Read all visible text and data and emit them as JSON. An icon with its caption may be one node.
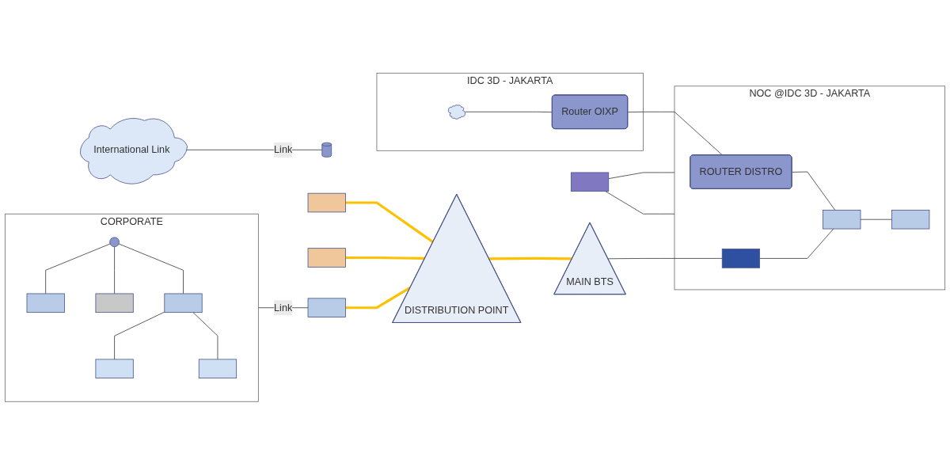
{
  "diagram": {
    "nodes": [
      {
        "text": [
          "International Link"
        ]
      },
      {
        "text": [],
        "shape": "cylinder"
      },
      {
        "text": [],
        "shape": "box"
      },
      {
        "text": [
          "IDC 3D - JAKARTA"
        ]
      },
      {
        "text": [],
        "shape": "cloud",
        "in": 3
      },
      {
        "text": [
          "Router OIXP"
        ],
        "in": 3
      },
      {
        "text": [
          "NOC @IDC 3D - JAKARTA"
        ]
      },
      {
        "text": [
          "ROUTER DISTRO"
        ],
        "in": 6
      },
      {
        "text": [],
        "shape": "box",
        "in": 6
      },
      {
        "text": [],
        "shape": "box",
        "in": 6
      },
      {
        "text": [],
        "shape": "box",
        "in": 6
      },
      {
        "text": [],
        "shape": "box"
      },
      {
        "text": [],
        "shape": "box"
      },
      {
        "text": [
          "DISTRIBUTION POINT"
        ]
      },
      {
        "text": [
          "MAIN BTS"
        ]
      },
      {
        "text": [
          "CORPORATE"
        ]
      },
      {
        "text": [],
        "shape": "circle",
        "in": 15
      },
      {
        "text": [],
        "shape": "box",
        "in": 15
      },
      {
        "text": [],
        "shape": "box",
        "in": 15
      },
      {
        "text": [],
        "shape": "box",
        "in": 15
      },
      {
        "text": [],
        "shape": "box",
        "in": 15
      },
      {
        "text": [],
        "shape": "box",
        "in": 15
      },
      {
        "text": [],
        "shape": "box"
      }
    ],
    "edges": [
      {
        "from": 0,
        "to": 1,
        "arrow": "none",
        "label": "Link"
      },
      {
        "from": 2,
        "to": 6,
        "arrow": "none"
      },
      {
        "from": 2,
        "to": 6,
        "arrow": "none"
      },
      {
        "from": 4,
        "to": 5,
        "arrow": "none"
      },
      {
        "from": 5,
        "to": 7,
        "arrow": "none"
      },
      {
        "from": 7,
        "to": 8,
        "arrow": "none"
      },
      {
        "from": 9,
        "to": 8,
        "arrow": "none"
      },
      {
        "from": 8,
        "to": 10,
        "arrow": "none"
      },
      {
        "from": 11,
        "to": 13,
        "arrow": "none",
        "style": "thick",
        "color": "#ffc000"
      },
      {
        "from": 12,
        "to": 13,
        "arrow": "none",
        "style": "thick",
        "color": "#ffc000"
      },
      {
        "from": 13,
        "to": 14,
        "arrow": "none",
        "style": "thick",
        "color": "#ffc000"
      },
      {
        "from": 22,
        "to": 13,
        "arrow": "none",
        "style": "thick",
        "color": "#ffc000"
      },
      {
        "from": 14,
        "to": 9,
        "arrow": "none"
      },
      {
        "from": 16,
        "to": 17,
        "arrow": "none"
      },
      {
        "from": 16,
        "to": 18,
        "arrow": "none"
      },
      {
        "from": 16,
        "to": 19,
        "arrow": "none"
      },
      {
        "from": 19,
        "to": 20,
        "arrow": "none"
      },
      {
        "from": 19,
        "to": 21,
        "arrow": "none"
      },
      {
        "from": 15,
        "to": 22,
        "arrow": "none",
        "label": "Link"
      }
    ]
  }
}
